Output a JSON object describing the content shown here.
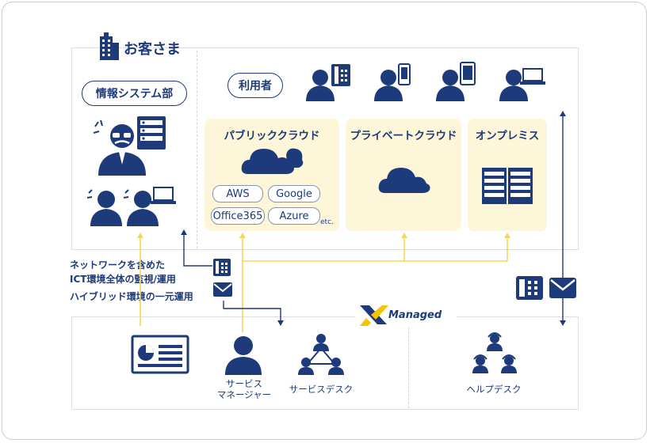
{
  "customer": {
    "title": "お客さま"
  },
  "it_department": {
    "label": "情報システム部"
  },
  "users": {
    "label": "利用者"
  },
  "panels": {
    "public_cloud": {
      "title": "パブリッククラウド",
      "services": [
        "AWS",
        "Google",
        "Office365",
        "Azure"
      ],
      "etc": "etc."
    },
    "private_cloud": {
      "title": "プライベートクラウド"
    },
    "on_premise": {
      "title": "オンプレミス"
    }
  },
  "descriptions": [
    "ネットワークを含めた",
    "ICT環境全体の監視/運用",
    "ハイブリッド環境の一元運用"
  ],
  "provider": {
    "logo_text": "Managed",
    "service_manager": [
      "サービス",
      "マネージャー"
    ],
    "service_desk": "サービスデスク",
    "help_desk": "ヘルプデスク"
  },
  "colors": {
    "navy": "#1d3a7a",
    "yellow": "#f5d65a",
    "panel_bg": "#fdf6d9",
    "border": "#dcdfe4"
  },
  "icons": [
    "building-icon",
    "stressed-admin-icon",
    "server-rack-icon",
    "person-icon",
    "laptop-icon",
    "desk-phone-icon",
    "smartphone-icon",
    "tablet-icon",
    "cloud-icon",
    "dashboard-monitor-icon",
    "envelope-icon",
    "team-network-icon",
    "headset-team-icon"
  ]
}
